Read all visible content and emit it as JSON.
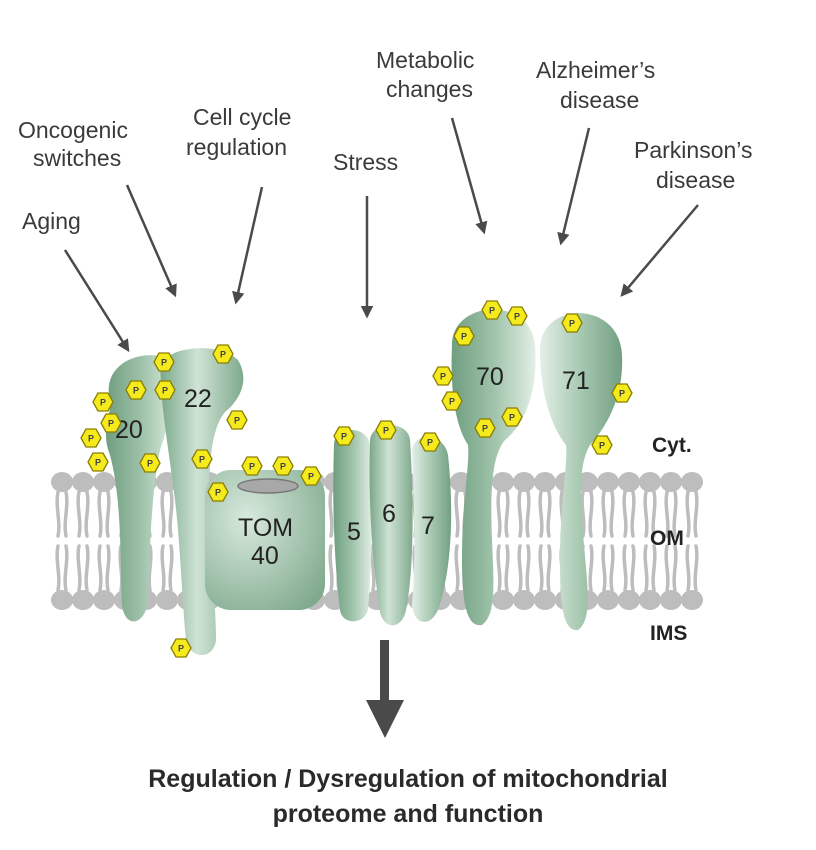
{
  "stimuli": [
    {
      "id": "aging",
      "lines": [
        "Aging"
      ]
    },
    {
      "id": "oncogenic-switches",
      "lines": [
        "Oncogenic",
        "switches"
      ]
    },
    {
      "id": "cell-cycle-regulation",
      "lines": [
        "Cell cycle",
        "regulation"
      ]
    },
    {
      "id": "stress",
      "lines": [
        "Stress"
      ]
    },
    {
      "id": "metabolic-changes",
      "lines": [
        "Metabolic",
        "changes"
      ]
    },
    {
      "id": "alzheimers-disease",
      "lines": [
        "Alzheimer’s",
        "disease"
      ]
    },
    {
      "id": "parkinsons-disease",
      "lines": [
        "Parkinson’s",
        "disease"
      ]
    }
  ],
  "proteins": {
    "tom20": "20",
    "tom22": "22",
    "tom40_line1": "TOM",
    "tom40_line2": "40",
    "tom5": "5",
    "tom6": "6",
    "tom7": "7",
    "tom70": "70",
    "tom71": "71"
  },
  "phospho_label": "P",
  "compartments": {
    "cytosol": "Cyt.",
    "outer_membrane": "OM",
    "intermembrane_space": "IMS"
  },
  "outcome": {
    "line1": "Regulation / Dysregulation of mitochondrial",
    "line2": "proteome and function"
  },
  "colors": {
    "protein": "#8fb89c",
    "protein_dark": "#6e9c7f",
    "phospho_fill": "#f5ea1c",
    "phospho_stroke": "#8a7d00",
    "lipid": "#bdbdbd",
    "arrow": "#4a4a4a"
  }
}
